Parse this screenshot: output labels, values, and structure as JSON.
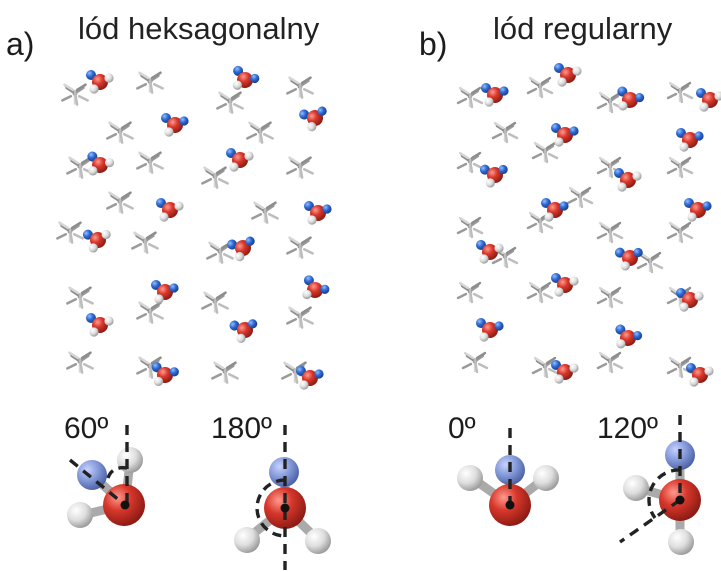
{
  "panels": [
    {
      "letter": "a)",
      "title": "lód heksagonalny"
    },
    {
      "letter": "b)",
      "title": "lód regularny"
    }
  ],
  "angles": [
    {
      "label": "60º"
    },
    {
      "label": "180º"
    },
    {
      "label": "0º"
    },
    {
      "label": "120º"
    }
  ],
  "colors": {
    "oxygen": "#d23a2e",
    "proton": "#2f6ad0",
    "hydrogen": "#e4e4e4",
    "bond": "#b9b9b9",
    "oxygen_dim": "#c9403a",
    "proton_dim": "#7c93d2",
    "line": "#222222"
  }
}
